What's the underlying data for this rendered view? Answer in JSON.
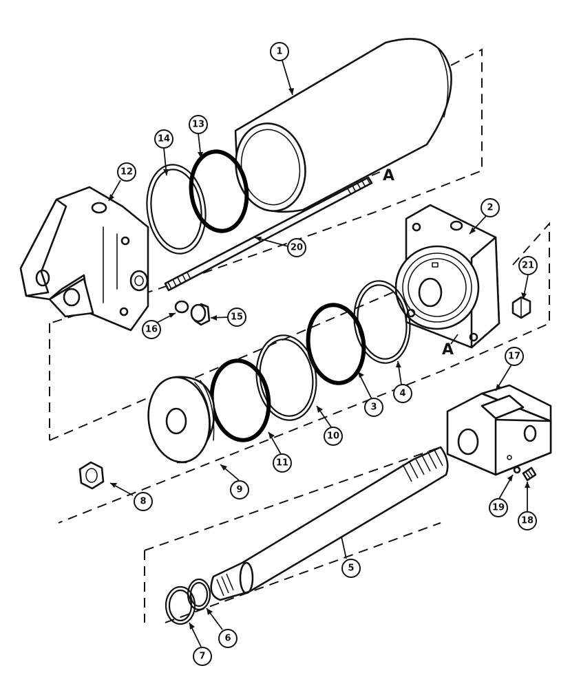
{
  "diagram": {
    "callouts": [
      {
        "id": "p1",
        "label": "1"
      },
      {
        "id": "p2",
        "label": "2"
      },
      {
        "id": "p3",
        "label": "3"
      },
      {
        "id": "p4",
        "label": "4"
      },
      {
        "id": "p5",
        "label": "5"
      },
      {
        "id": "p6",
        "label": "6"
      },
      {
        "id": "p7",
        "label": "7"
      },
      {
        "id": "p8",
        "label": "8"
      },
      {
        "id": "p9",
        "label": "9"
      },
      {
        "id": "p10",
        "label": "10"
      },
      {
        "id": "p11",
        "label": "11"
      },
      {
        "id": "p12",
        "label": "12"
      },
      {
        "id": "p13",
        "label": "13"
      },
      {
        "id": "p14",
        "label": "14"
      },
      {
        "id": "p15",
        "label": "15"
      },
      {
        "id": "p16",
        "label": "16"
      },
      {
        "id": "p17",
        "label": "17"
      },
      {
        "id": "p18",
        "label": "18"
      },
      {
        "id": "p19",
        "label": "19"
      },
      {
        "id": "p20",
        "label": "20"
      },
      {
        "id": "p21",
        "label": "21"
      }
    ],
    "reference_marks": {
      "top": "A",
      "bottom": "A"
    }
  }
}
